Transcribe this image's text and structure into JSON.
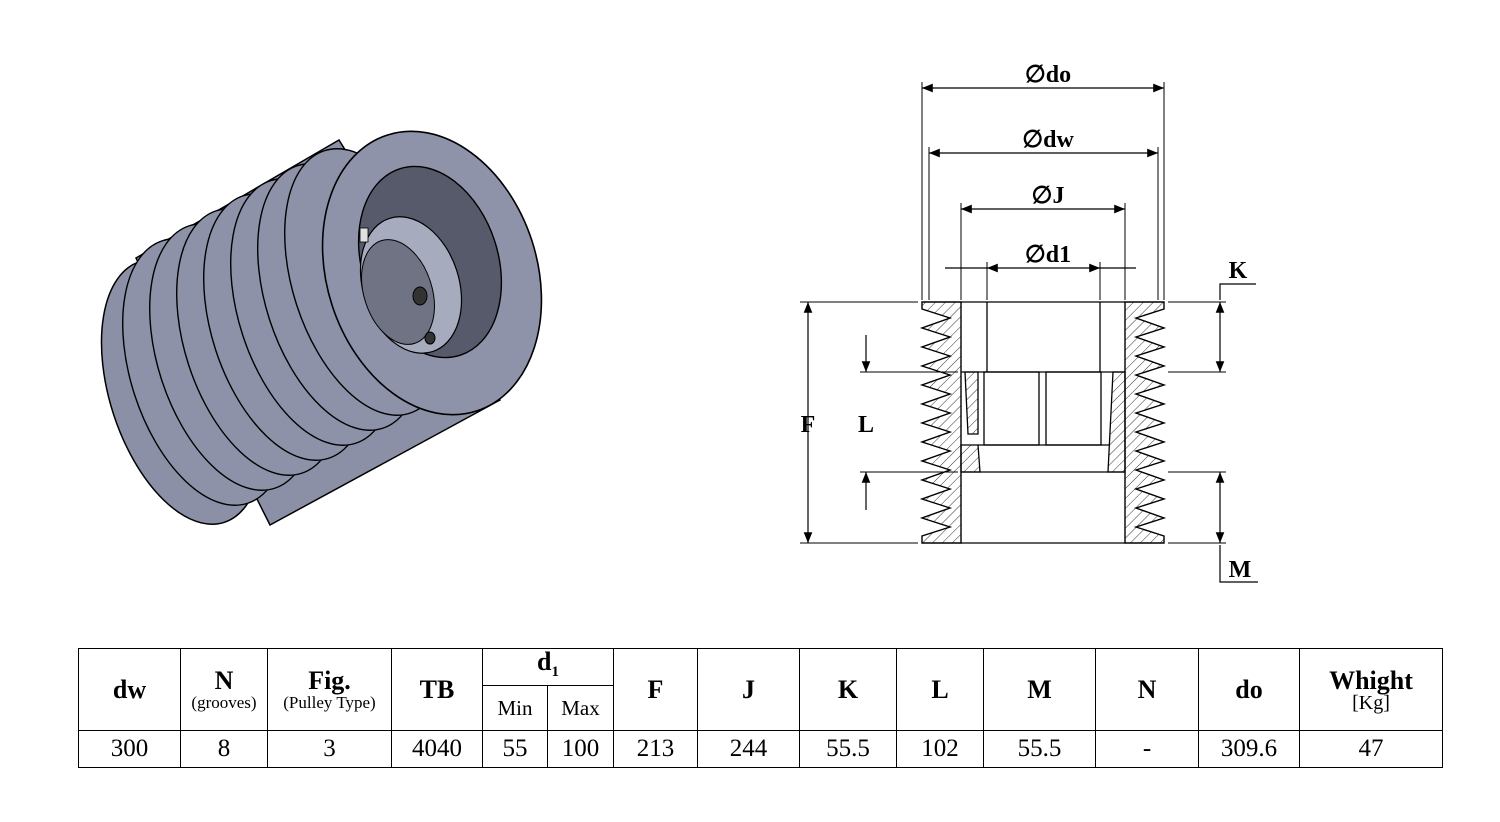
{
  "diagram": {
    "dim_labels": {
      "do": "∅do",
      "dw": "∅dw",
      "J": "∅J",
      "d1": "∅d1",
      "K": "K",
      "F": "F",
      "L": "L",
      "M": "M"
    }
  },
  "table": {
    "headers": {
      "dw": "dw",
      "N": "N",
      "N_sub": "(grooves)",
      "Fig": "Fig.",
      "Fig_sub": "(Pulley Type)",
      "TB": "TB",
      "d1": "d",
      "d1_sub": "1",
      "min": "Min",
      "max": "Max",
      "F": "F",
      "J": "J",
      "K": "K",
      "L": "L",
      "M": "M",
      "N2": "N",
      "do": "do",
      "weight": "Whight",
      "weight_sub": "[Kg]"
    },
    "row": {
      "dw": "300",
      "N": "8",
      "Fig": "3",
      "TB": "4040",
      "d1_min": "55",
      "d1_max": "100",
      "F": "213",
      "J": "244",
      "K": "55.5",
      "L": "102",
      "M": "55.5",
      "N2": "-",
      "do": "309.6",
      "weight": "47"
    }
  },
  "colors": {
    "pulley_body": "#8c90a6",
    "pulley_light": "#a7abbe",
    "pulley_dark": "#565a6b",
    "outline": "#000000"
  }
}
